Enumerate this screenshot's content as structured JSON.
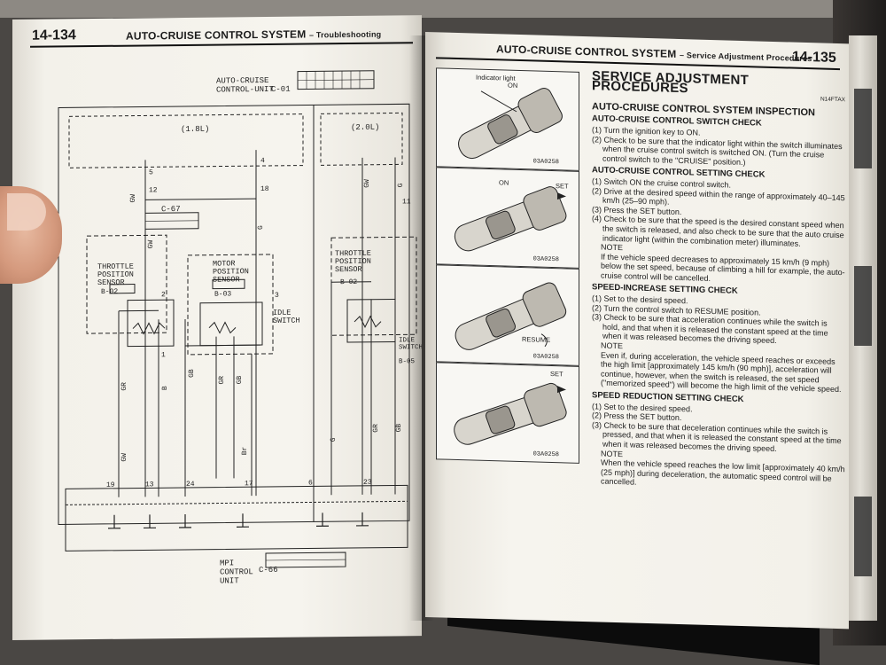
{
  "left_page": {
    "number": "14-134",
    "title": "AUTO-CRUISE CONTROL SYSTEM",
    "subtitle": "– Troubleshooting",
    "schematic": {
      "unit_top": "AUTO-CRUISE\nCONTROL-UNIT",
      "unit_top_code": "C-01",
      "variant_a": "(1.8L)",
      "variant_b": "(2.0L)",
      "connector_c67": "C-67",
      "throttle_a": "THROTTLE\nPOSITION\nSENSOR",
      "throttle_a_code": "B-02",
      "motor_sensor": "MOTOR\nPOSITION\nSENSOR",
      "motor_sensor_code": "B-03",
      "idle_switch": "IDLE\nSWITCH",
      "throttle_b": "THROTTLE\nPOSITION\nSENSOR",
      "throttle_b_code": "B-02",
      "idle_switch_b": "IDLE\nSWITCH",
      "idle_switch_b_code": "B-05",
      "unit_bottom": "MPI\nCONTROL\nUNIT",
      "unit_bottom_code": "C-66",
      "wire_gw": "GW",
      "wire_g": "G",
      "wire_gr": "GR",
      "wire_gb": "GB",
      "wire_b": "B",
      "wire_br": "Br",
      "pins": [
        "5",
        "4",
        "12",
        "18",
        "19",
        "13",
        "24",
        "17",
        "23",
        "6",
        "2",
        "1",
        "3",
        "11"
      ]
    }
  },
  "right_page": {
    "number": "14-135",
    "title": "AUTO-CRUISE CONTROL SYSTEM",
    "subtitle": "– Service Adjustment Procedures",
    "heading": "SERVICE ADJUSTMENT PROCEDURES",
    "heading_code": "N14FTAX",
    "section": "AUTO-CRUISE CONTROL SYSTEM INSPECTION",
    "blocks": [
      {
        "title": "AUTO-CRUISE CONTROL SWITCH CHECK",
        "steps": [
          "(1) Turn the ignition key to ON.",
          "(2) Check to be sure that the indicator light within the switch illuminates when the cruise control switch is switched ON. (Turn the cruise control switch to the \"CRUISE\" position.)"
        ]
      },
      {
        "title": "AUTO-CRUISE CONTROL SETTING CHECK",
        "steps": [
          "(1) Switch ON the cruise control switch.",
          "(2) Drive at the desired speed within the range of approximately 40–145 km/h (25–90 mph).",
          "(3) Press the SET button.",
          "(4) Check to be sure that the speed is the desired constant speed when the switch is released, and also check to be sure that the auto cruise indicator light (within the combination meter) illuminates."
        ],
        "note_label": "NOTE",
        "note": "If the vehicle speed decreases to approximately 15 km/h (9 mph) below the set speed, because of climbing a hill for example, the auto-cruise control will be cancelled."
      },
      {
        "title": "SPEED-INCREASE SETTING CHECK",
        "steps": [
          "(1) Set to the desird speed.",
          "(2) Turn the control switch to RESUME position.",
          "(3) Check to be sure that acceleration continues while the switch is hold, and that when it is released the constant speed at the time when it was released becomes the driving speed."
        ],
        "note_label": "NOTE",
        "note": "Even if, during acceleration, the vehicle speed reaches or exceeds the high limit [approximately 145 km/h (90 mph)], acceleration will continue, however, when the switch is released, the set speed (\"memorized speed\") will become the high limit of the vehicle speed."
      },
      {
        "title": "SPEED REDUCTION SETTING CHECK",
        "steps": [
          "(1) Set to the desired speed.",
          "(2) Press the SET button.",
          "(3) Check to be sure that deceleration continues while the switch is pressed, and that when it is released the constant speed at the time when it was released becomes the driving speed."
        ],
        "note_label": "NOTE",
        "note": "When the vehicle speed reaches the low limit [approximately 40 km/h (25 mph)] during deceleration, the automatic speed control will be cancelled."
      }
    ],
    "figures": [
      {
        "code": "03A0258",
        "labels": [
          "Indicator light",
          "ON"
        ]
      },
      {
        "code": "03A0258",
        "labels": [
          "ON",
          "SET"
        ]
      },
      {
        "code": "03A0258",
        "labels": [
          "RESUME"
        ]
      },
      {
        "code": "03A0258",
        "labels": [
          "SET"
        ]
      }
    ]
  },
  "colors": {
    "paper": "#f4f2ec",
    "ink": "#1c1c1c",
    "background": "#4a4744",
    "cover": "#0c0c0c"
  }
}
